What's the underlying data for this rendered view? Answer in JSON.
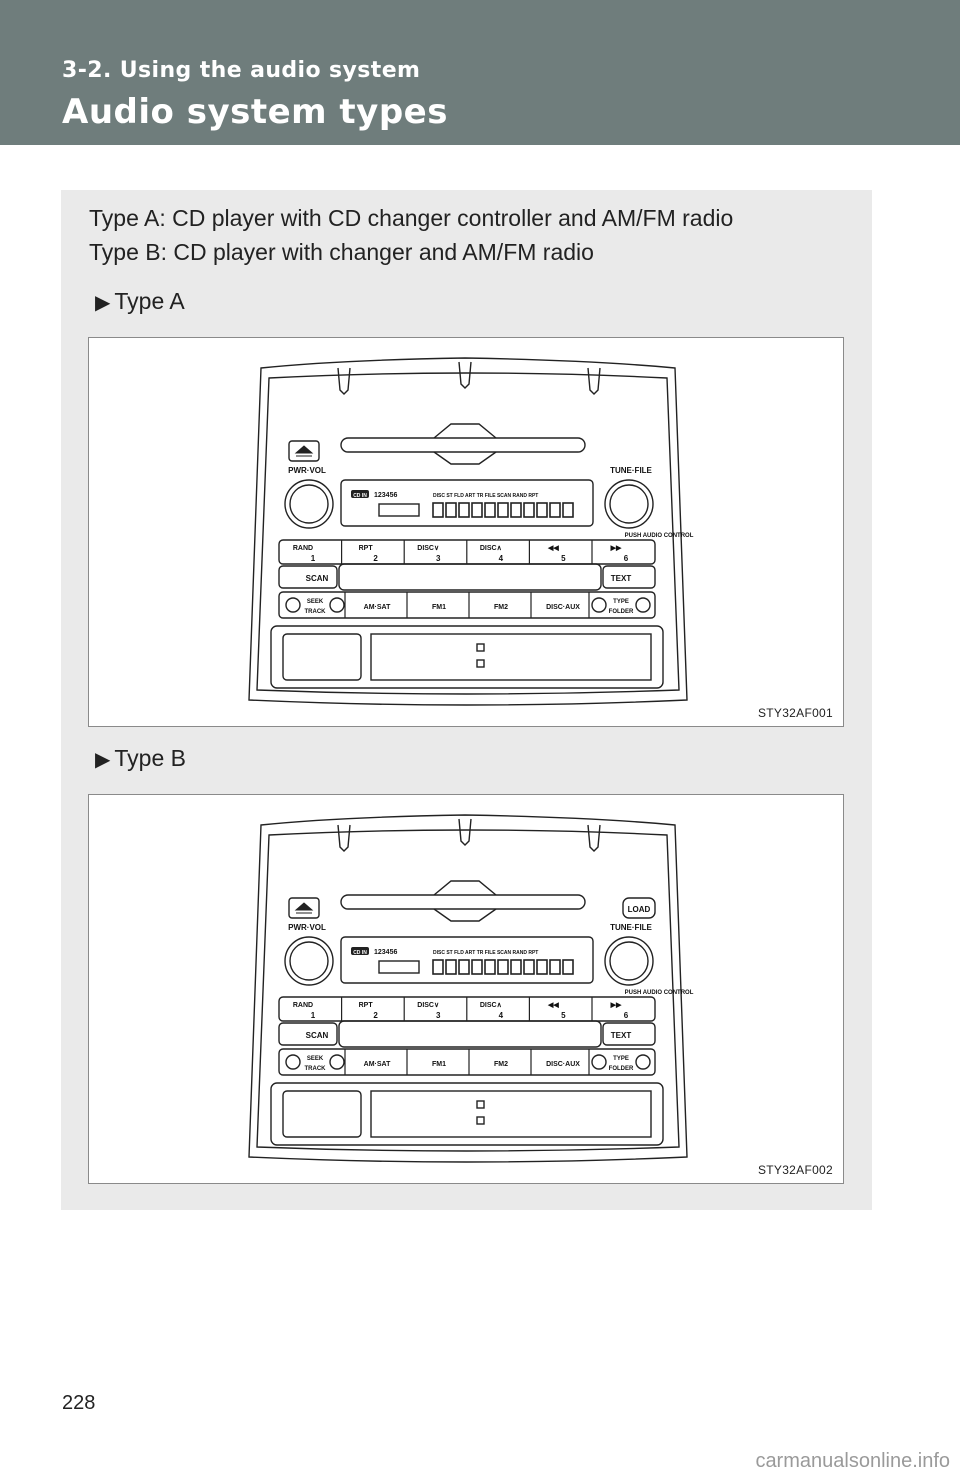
{
  "header": {
    "section": "3-2. Using the audio system",
    "title": "Audio system types"
  },
  "intro": {
    "line1": "Type A: CD player with CD changer controller and AM/FM radio",
    "line2": "Type B: CD player with changer and AM/FM radio"
  },
  "figures": [
    {
      "heading": "Type A",
      "code": "STY32AF001",
      "has_load": false
    },
    {
      "heading": "Type B",
      "code": "STY32AF002",
      "has_load": true
    }
  ],
  "panel": {
    "eject_icon": "eject-icon",
    "load": "LOAD",
    "pwr_vol": "PWR·VOL",
    "tune_file": "TUNE·FILE",
    "push_audio": "PUSH AUDIO CONTROL",
    "cd_in": "CD IN",
    "disc_slots": "123456",
    "indicators": "DISC  ST  FLD  ART  TR  FILE  SCAN  RAND  RPT",
    "scan": "SCAN",
    "text": "TEXT",
    "seek": "SEEK",
    "track": "TRACK",
    "type": "TYPE",
    "folder": "FOLDER",
    "presets": [
      {
        "top": "RAND",
        "num": "1"
      },
      {
        "top": "RPT",
        "num": "2"
      },
      {
        "top": "DISC∨",
        "num": "3"
      },
      {
        "top": "DISC∧",
        "num": "4"
      },
      {
        "top": "◀◀",
        "num": "5"
      },
      {
        "top": "▶▶",
        "num": "6"
      }
    ],
    "sources": [
      "AM·SAT",
      "FM1",
      "FM2",
      "DISC·AUX"
    ]
  },
  "footer": {
    "page_number": "228",
    "watermark": "carmanualsonline.info"
  }
}
